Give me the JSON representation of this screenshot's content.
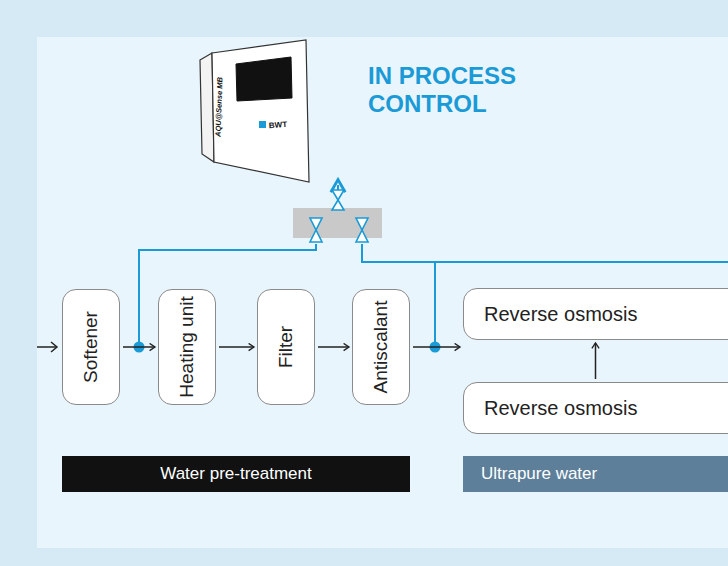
{
  "diagram": {
    "title": "IN PROCESS CONTROL",
    "nodes": [
      {
        "text": [
          "Softener"
        ]
      },
      {
        "text": [
          "Heating unit"
        ]
      },
      {
        "text": [
          "Filter"
        ]
      },
      {
        "text": [
          "Antiscalant"
        ]
      },
      {
        "text": [
          "Reverse osmosis"
        ]
      },
      {
        "text": [
          "Reverse osmosis"
        ]
      },
      {
        "text": [
          "Water pre-treatment"
        ]
      },
      {
        "text": [
          "Ultrapure water"
        ]
      }
    ],
    "edges": [
      {
        "from": 0,
        "to": 1,
        "arrow": "to"
      },
      {
        "from": 1,
        "to": 2,
        "arrow": "to"
      },
      {
        "from": 2,
        "to": 3,
        "arrow": "to"
      },
      {
        "from": 3,
        "to": 5,
        "arrow": "to"
      },
      {
        "from": 5,
        "to": 4,
        "arrow": "to"
      }
    ],
    "labels": [
      "AQU@Sense MB",
      "BWT"
    ]
  }
}
